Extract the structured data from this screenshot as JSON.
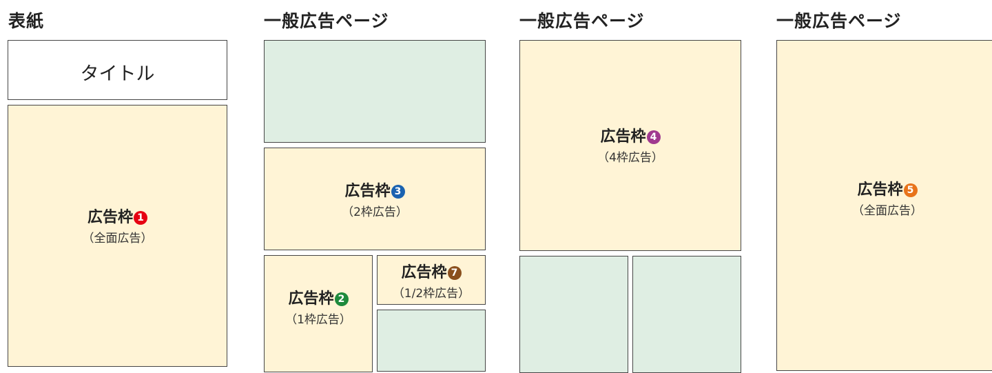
{
  "columns": [
    {
      "heading": "表紙"
    },
    {
      "heading": "一般広告ページ"
    },
    {
      "heading": "一般広告ページ"
    },
    {
      "heading": "一般広告ページ"
    }
  ],
  "cover": {
    "title_box": "タイトル",
    "ad1": {
      "title": "広告枠",
      "number": "1",
      "number_color": "#e60012",
      "sub": "（全面広告）"
    }
  },
  "page2": {
    "ad3": {
      "title": "広告枠",
      "number": "3",
      "number_color": "#1a62b0",
      "sub": "（2枠広告）"
    },
    "ad2": {
      "title": "広告枠",
      "number": "2",
      "number_color": "#1e8a3c",
      "sub": "（1枠広告）"
    },
    "ad7": {
      "title": "広告枠",
      "number": "7",
      "number_color": "#8a4f1d",
      "sub": "（1/2枠広告）"
    }
  },
  "page3": {
    "ad4": {
      "title": "広告枠",
      "number": "4",
      "number_color": "#a0398f",
      "sub": "（4枠広告）"
    }
  },
  "page4": {
    "ad5": {
      "title": "広告枠",
      "number": "5",
      "number_color": "#e8731a",
      "sub": "（全面広告）"
    }
  }
}
